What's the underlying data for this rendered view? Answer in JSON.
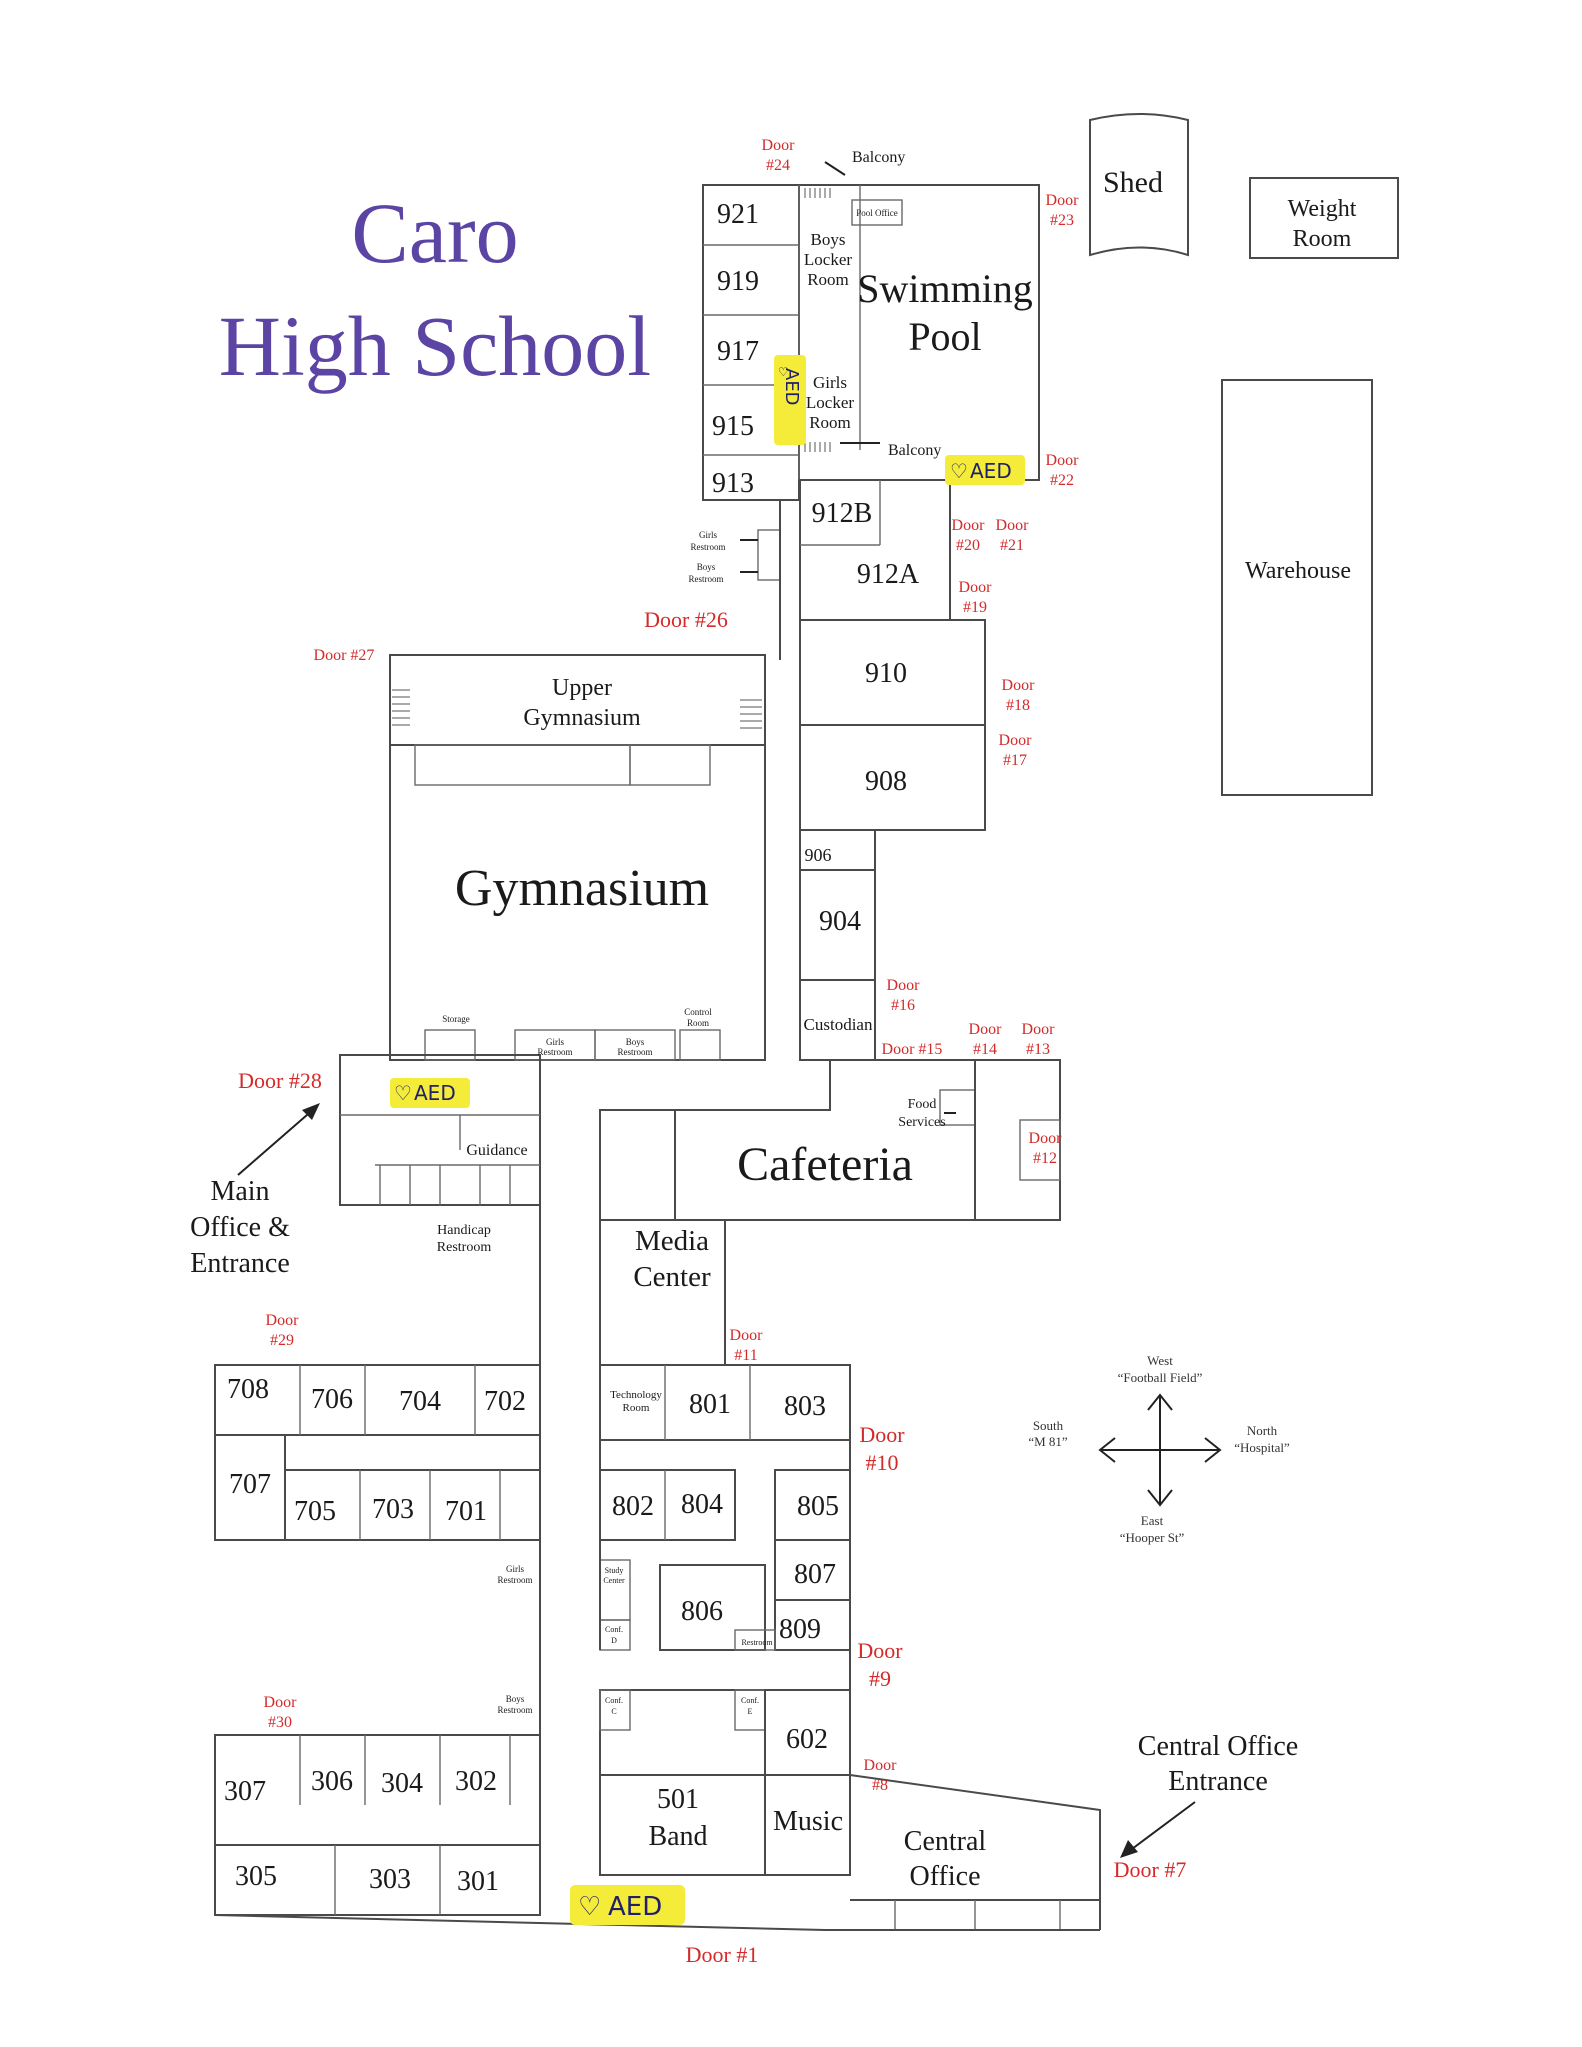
{
  "title": {
    "line1": "Caro",
    "line2": "High School"
  },
  "rooms": {
    "r921": "921",
    "r919": "919",
    "r917": "917",
    "r915": "915",
    "r913": "913",
    "pool_office": "Pool Office",
    "boys_locker": [
      "Boys",
      "Locker",
      "Room"
    ],
    "girls_locker": [
      "Girls",
      "Locker",
      "Room"
    ],
    "swimming_pool": [
      "Swimming",
      "Pool"
    ],
    "balcony_top": "Balcony",
    "balcony_bottom": "Balcony",
    "shed": "Shed",
    "weight_room": [
      "Weight",
      "Room"
    ],
    "warehouse": "Warehouse",
    "r912b": "912B",
    "r912a": "912A",
    "girls_restroom_upper": [
      "Girls",
      "Restroom"
    ],
    "boys_restroom_upper": [
      "Boys",
      "Restroom"
    ],
    "r910": "910",
    "r908": "908",
    "r906": "906",
    "r904": "904",
    "custodian": "Custodian",
    "upper_gym": [
      "Upper",
      "Gymnasium"
    ],
    "gymnasium": "Gymnasium",
    "storage": "Storage",
    "control_room": [
      "Control",
      "Room"
    ],
    "gym_girls_restroom": [
      "Girls",
      "Restroom"
    ],
    "gym_boys_restroom": [
      "Boys",
      "Restroom"
    ],
    "guidance": "Guidance",
    "handicap_restroom": [
      "Handicap",
      "Restroom"
    ],
    "main_office": [
      "Main",
      "Office &",
      "Entrance"
    ],
    "food_services": [
      "Food",
      "Services"
    ],
    "cafeteria": "Cafeteria",
    "media_center": [
      "Media",
      "Center"
    ],
    "tech_room": [
      "Technology",
      "Room"
    ],
    "r801": "801",
    "r803": "803",
    "r802": "802",
    "r804": "804",
    "r805": "805",
    "r807": "807",
    "r806": "806",
    "r809": "809",
    "study_center": [
      "Study",
      "Center"
    ],
    "conf_d": [
      "Conf.",
      "D"
    ],
    "restroom_809": "Restroom",
    "conf_c": [
      "Conf.",
      "C"
    ],
    "conf_e": [
      "Conf.",
      "E"
    ],
    "r602": "602",
    "band": [
      "501",
      "Band"
    ],
    "music": "Music",
    "central_office": [
      "Central",
      "Office"
    ],
    "central_office_entrance": [
      "Central Office",
      "Entrance"
    ],
    "r708": "708",
    "r706": "706",
    "r704": "704",
    "r702": "702",
    "r707": "707",
    "r705": "705",
    "r703": "703",
    "r701": "701",
    "girls_restroom_700": [
      "Girls",
      "Restroom"
    ],
    "boys_restroom_300": [
      "Boys",
      "Restroom"
    ],
    "r307": "307",
    "r306": "306",
    "r304": "304",
    "r302": "302",
    "r305": "305",
    "r303": "303",
    "r301": "301"
  },
  "doors": {
    "d24": [
      "Door",
      "#24"
    ],
    "d23": [
      "Door",
      "#23"
    ],
    "d22": [
      "Door",
      "#22"
    ],
    "d20": [
      "Door",
      "#20"
    ],
    "d21": [
      "Door",
      "#21"
    ],
    "d19": [
      "Door",
      "#19"
    ],
    "d26": "Door #26",
    "d27": "Door #27",
    "d18": [
      "Door",
      "#18"
    ],
    "d17": [
      "Door",
      "#17"
    ],
    "d16": [
      "Door",
      "#16"
    ],
    "d15": "Door #15",
    "d14": [
      "Door",
      "#14"
    ],
    "d13": [
      "Door",
      "#13"
    ],
    "d12": [
      "Door",
      "#12"
    ],
    "d28": "Door #28",
    "d11": [
      "Door",
      "#11"
    ],
    "d10": [
      "Door",
      "#10"
    ],
    "d29": [
      "Door",
      "#29"
    ],
    "d9": [
      "Door",
      "#9"
    ],
    "d8": [
      "Door",
      "#8"
    ],
    "d7": "Door #7",
    "d30": [
      "Door",
      "#30"
    ],
    "d1": "Door #1"
  },
  "aed": {
    "label": "AED",
    "locations": [
      "girls-locker-room",
      "door-22",
      "main-office",
      "door-1"
    ]
  },
  "compass": {
    "west": [
      "West",
      "“Football Field”"
    ],
    "north": [
      "North",
      "“Hospital”"
    ],
    "south": [
      "South",
      "“M 81”"
    ],
    "east": [
      "East",
      "“Hooper St”"
    ]
  },
  "colors": {
    "title": "#5b44a3",
    "door_labels": "#d42a2a",
    "aed_highlight": "#f5ec3a",
    "walls": "#4a4a4a"
  }
}
